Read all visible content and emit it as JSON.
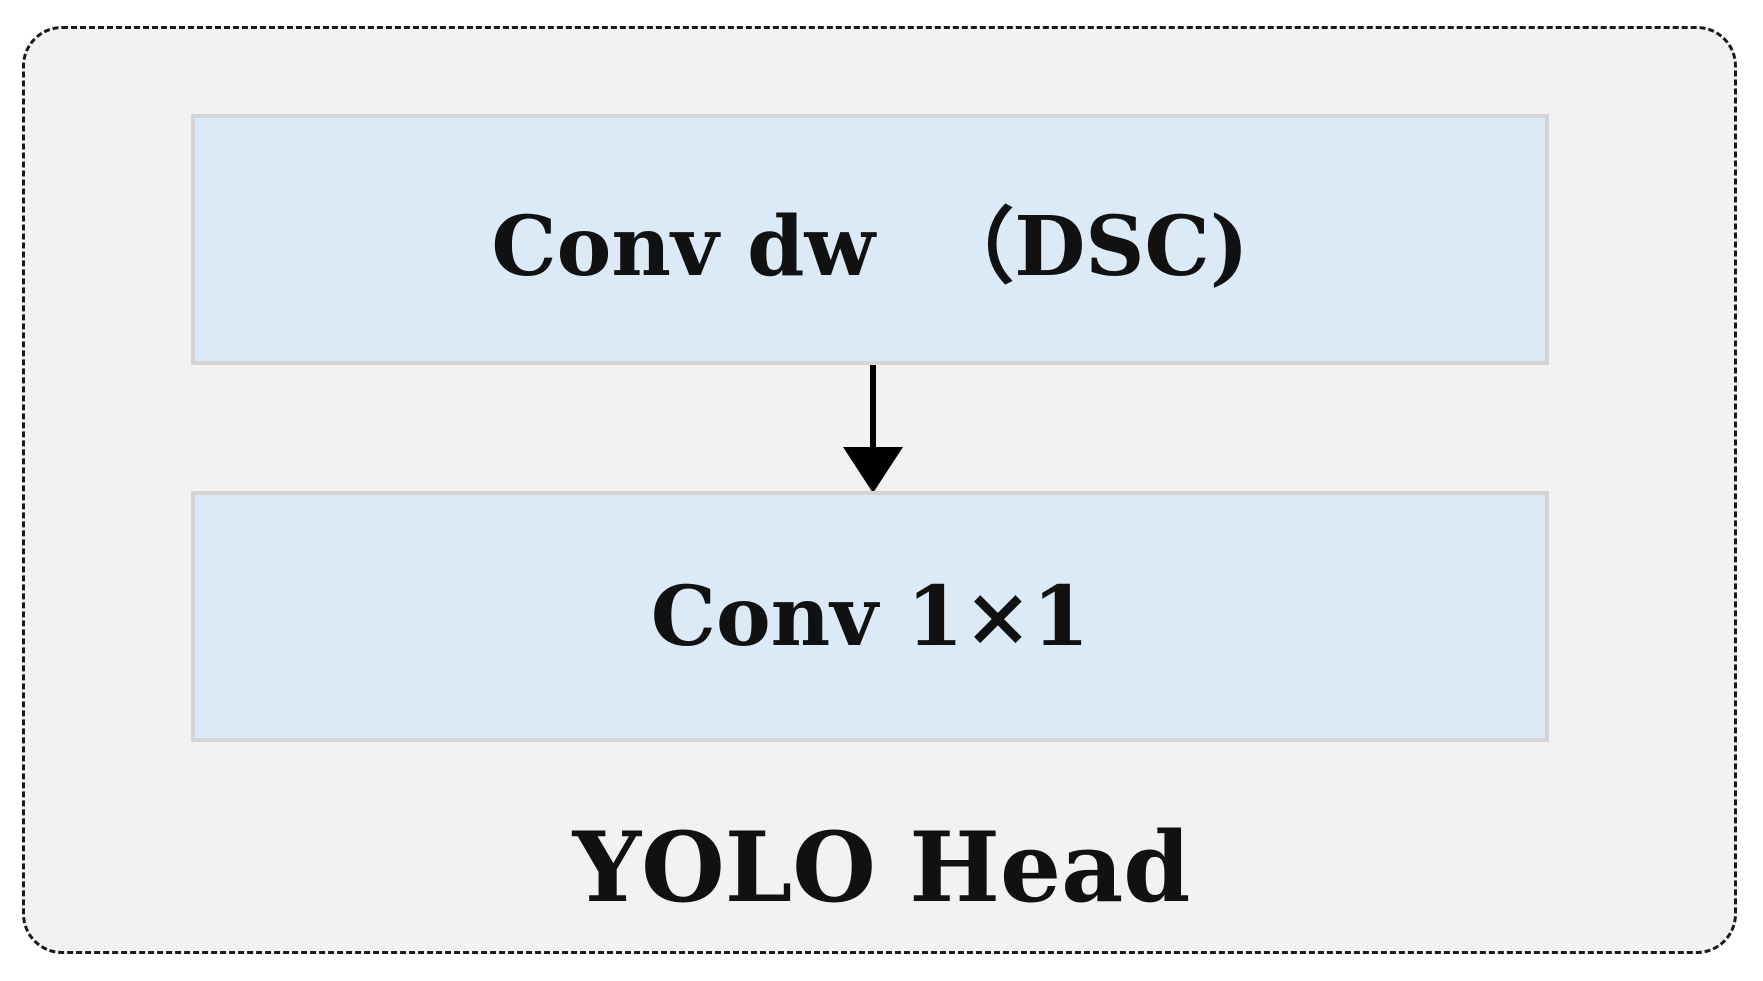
{
  "diagram": {
    "caption": "YOLO Head",
    "blocks": [
      {
        "label": "Conv dw  （DSC)"
      },
      {
        "label": "Conv 1×1"
      }
    ],
    "colors": {
      "frame_fill": "#f2f2f2",
      "frame_border": "#1a1a1a",
      "block_fill": "#dbeaf6",
      "block_border": "#d4d4d4",
      "text": "#111111",
      "arrow": "#000000"
    }
  }
}
